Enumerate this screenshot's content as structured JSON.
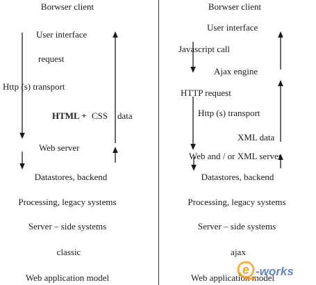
{
  "left": {
    "title": "Borwser client",
    "ui": "User interface",
    "request": "request",
    "transport": "Http (s) transport",
    "payload_html": "HTML +",
    "payload_css": "CSS",
    "payload_data": "data",
    "server": "Web server",
    "datastores": "Datastores, backend",
    "processing": "Processing, legacy systems",
    "serverside": "Server – side systems",
    "model_name": "classic",
    "caption": "Web application model"
  },
  "right": {
    "title": "Borwser client",
    "ui": "User interface",
    "js_call": "Javascript call",
    "engine": "Ajax engine",
    "http_request": "HTTP request",
    "transport": "Http (s)   transport",
    "xml_data": "XML data",
    "server": "Web and / or XML server",
    "datastores": "Datastores, backend",
    "processing": "Processing, legacy systems",
    "serverside": "Server – side systems",
    "model_name": "ajax",
    "caption": "Web application model"
  },
  "watermark": {
    "brand": "e-works",
    "accent_color": "#f39a1e",
    "brand_color": "#2f5fa8"
  }
}
